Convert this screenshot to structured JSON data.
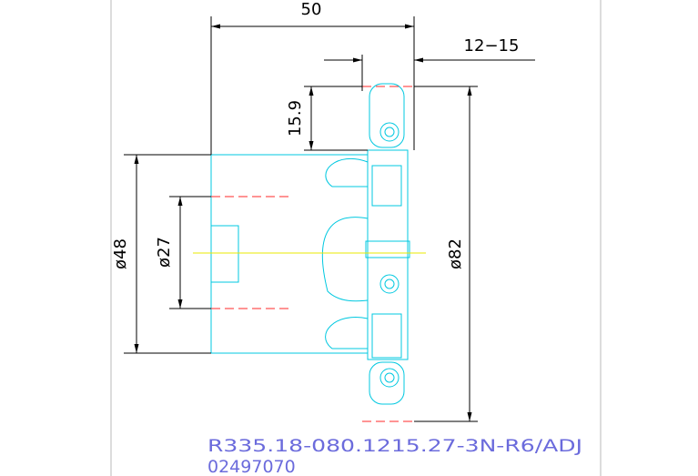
{
  "dimensions": {
    "overall_length": "50",
    "cut_depth_range": "12−15",
    "offset_height": "15.9",
    "shank_diameter": "ø48",
    "bore_diameter": "ø27",
    "cutter_diameter": "ø82"
  },
  "title_block": {
    "designation": "R335.18-080.1215.27-3N-R6/ADJ",
    "part_number": "02497070"
  },
  "colors": {
    "background": "#ffffff",
    "frame": "#b8b8b8",
    "outline": "#00c8e0",
    "centerline_red": "#ff2a2a",
    "centerline_yellow": "#e8e800",
    "dimension": "#000000",
    "text_blue": "#6b6bdc"
  }
}
